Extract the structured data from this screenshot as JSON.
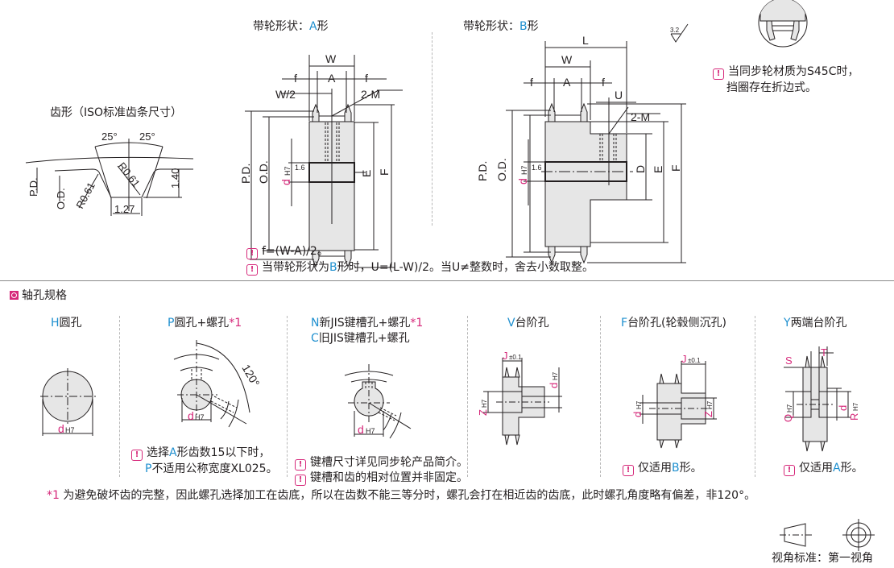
{
  "colors": {
    "accent_blue": "#1e8fcf",
    "accent_magenta": "#d6287a",
    "fill_gray": "#e6e6e6",
    "line": "#231f20"
  },
  "tooth_profile": {
    "title": "齿形（ISO标准齿条尺寸）",
    "angle_left": "25°",
    "angle_right": "25°",
    "radius_left": "R0.61",
    "radius_right": "R0.61",
    "depth": "1.40",
    "bottom_width": "1.27",
    "pd_label": "P.D.",
    "od_label": "O.D."
  },
  "shape_a": {
    "title_prefix": "带轮形状：",
    "title_letter": "A",
    "title_suffix": "形",
    "labels": {
      "W": "W",
      "A": "A",
      "f": "f",
      "W2": "W/2",
      "M": "2-M",
      "PD": "P.D.",
      "OD": "O.D.",
      "d": "d",
      "H7": "H7",
      "E": "E",
      "F": "F",
      "rough": "1.6"
    }
  },
  "shape_b": {
    "title_prefix": "带轮形状：",
    "title_letter": "B",
    "title_suffix": "形",
    "labels": {
      "L": "L",
      "W": "W",
      "A": "A",
      "f": "f",
      "U": "U",
      "M": "2-M",
      "PD": "P.D.",
      "OD": "O.D.",
      "d": "d",
      "H7": "H7",
      "D": "D",
      "E": "E",
      "F": "F",
      "rough": "1.6"
    }
  },
  "roughness_symbol": "3.2",
  "flange_note": {
    "line1": "当同步轮材质为S45C时，",
    "line2": "挡圈存在折边式。"
  },
  "formula_notes": [
    {
      "text": "f=(W-A)/2。"
    },
    {
      "pre": "当带轮形状为",
      "letter": "B",
      "post": "形时，U=(L-W)/2。当U≠整数时，舍去小数取整。"
    }
  ],
  "bore_section": {
    "title": "轴孔规格",
    "types": [
      {
        "code": "H",
        "name": "圆孔",
        "label": "d",
        "sub": "H7"
      },
      {
        "code": "P",
        "name": "圆孔+螺孔",
        "star": "*1",
        "label": "d",
        "sub": "H7",
        "angle": "120°",
        "note_pre": "选择",
        "note_letter": "A",
        "note_mid": "形齿数15以下时，",
        "note2_letter": "P",
        "note2": "不适用公称宽度XL025。"
      },
      {
        "code": "N",
        "name": "新JIS键槽孔+螺孔",
        "star": "*1",
        "code2": "C",
        "name2": "旧JIS键槽孔+螺孔",
        "label": "d",
        "sub": "H7",
        "notes": [
          "键槽尺寸详见同步轮产品简介。",
          "键槽和齿的相对位置并非固定。"
        ]
      },
      {
        "code": "V",
        "name": "台阶孔",
        "J": "J",
        "Jtol": "±0.1",
        "d": "d",
        "Z": "Z",
        "sub": "H7"
      },
      {
        "code": "F",
        "name": "台阶孔(轮毂侧沉孔)",
        "J": "J",
        "Jtol": "±0.1",
        "d": "d",
        "Z": "Z",
        "sub": "H7",
        "note_pre": "仅适用",
        "note_letter": "B",
        "note_post": "形。"
      },
      {
        "code": "Y",
        "name": "两端台阶孔",
        "S": "S",
        "T": "T",
        "Q": "Q",
        "d": "d",
        "R": "R",
        "sub": "H7",
        "note_pre": "仅适用",
        "note_letter": "A",
        "note_post": "形。"
      }
    ]
  },
  "footnote": {
    "star": "*1",
    "text": " 为避免破坏齿的完整，因此螺孔选择加工在齿底，所以在齿数不能三等分时，螺孔会打在相近齿的齿底，此时螺孔角度略有偏差，非120°。"
  },
  "projection": {
    "label": "视角标准：第一视角"
  }
}
